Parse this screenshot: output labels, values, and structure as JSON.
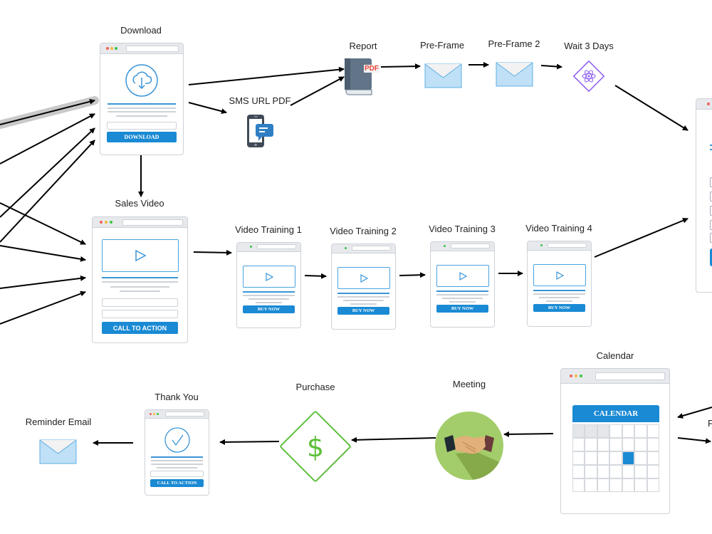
{
  "nodes": {
    "download": {
      "label": "Download",
      "button": "DOWNLOAD"
    },
    "sms": {
      "label": "SMS URL PDF"
    },
    "report": {
      "label": "Report",
      "badge": "PDF"
    },
    "pre_frame": {
      "label": "Pre-Frame"
    },
    "pre_frame_2": {
      "label": "Pre-Frame 2"
    },
    "wait": {
      "label": "Wait 3 Days"
    },
    "sales_video": {
      "label": "Sales Video",
      "button": "CALL TO ACTION"
    },
    "video_trainings": [
      {
        "label": "Video Training 1",
        "button": "BUY NOW"
      },
      {
        "label": "Video Training 2",
        "button": "BUY NOW"
      },
      {
        "label": "Video Training 3",
        "button": "BUY NOW"
      },
      {
        "label": "Video Training 4",
        "button": "BUY NOW"
      }
    ],
    "calendar": {
      "label": "Calendar",
      "header": "CALENDAR"
    },
    "meeting": {
      "label": "Meeting"
    },
    "purchase": {
      "label": "Purchase"
    },
    "thank_you": {
      "label": "Thank You",
      "button": "CALL TO ACTION"
    },
    "reminder_email": {
      "label": "Reminder Email"
    },
    "offscreen_right_label": "F"
  },
  "colors": {
    "accent": "#1a8ad4",
    "envelope": "#bfe0f6",
    "wait": "#8a5cf0",
    "purchase": "#5cbf3a",
    "meeting": "#a3cd6a",
    "book": "#617488",
    "pdf": "#e8453c"
  }
}
